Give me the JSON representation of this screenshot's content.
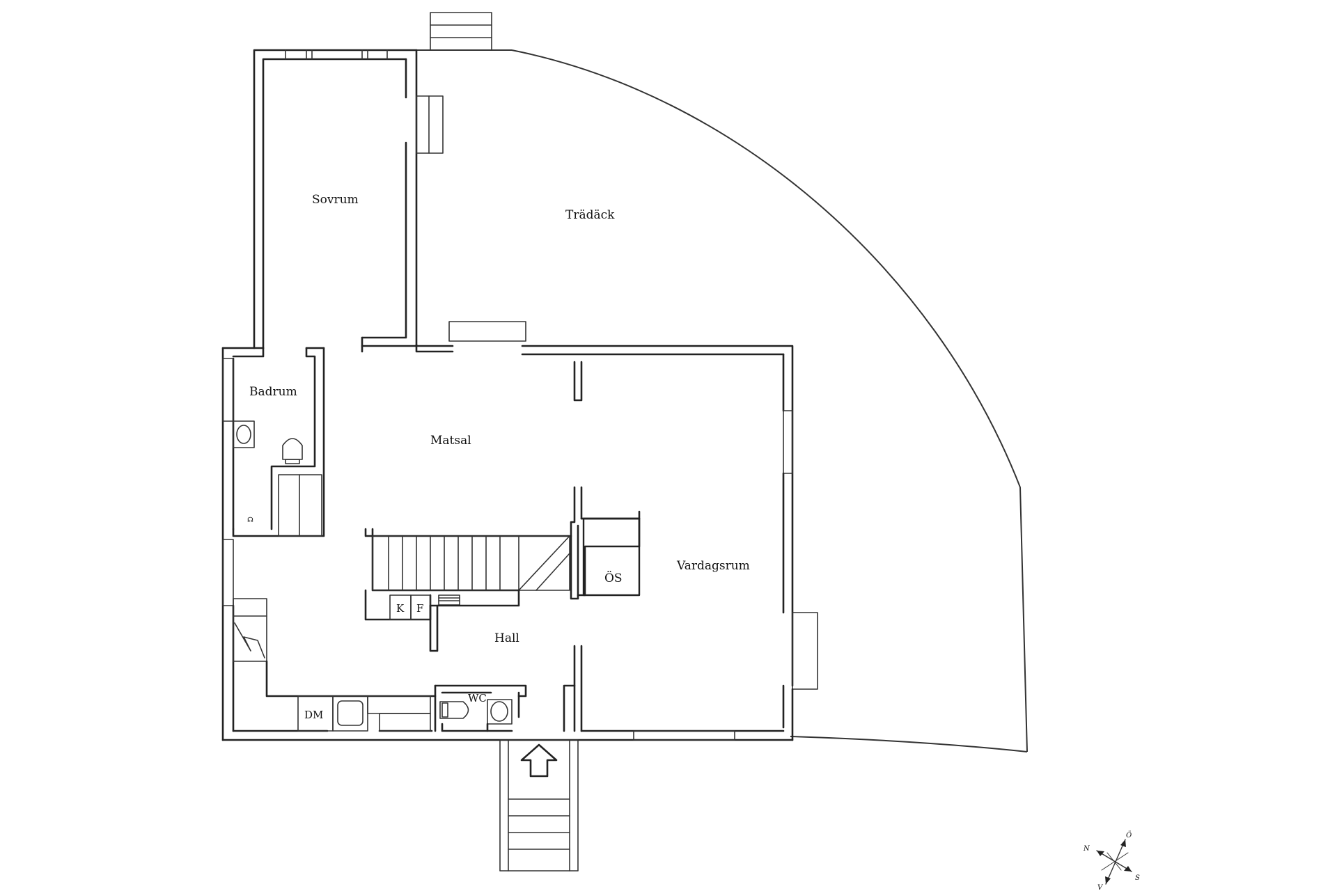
{
  "rooms": {
    "sovrum": "Sovrum",
    "tradack": "Trädäck",
    "badrum": "Badrum",
    "matsal": "Matsal",
    "vardagsrum": "Vardagsrum",
    "os": "ÖS",
    "hall": "Hall",
    "wc": "WC",
    "dm": "DM",
    "k": "K",
    "f": "F"
  },
  "compass": {
    "n": "N",
    "o": "Ö",
    "s": "S",
    "v": "V"
  }
}
